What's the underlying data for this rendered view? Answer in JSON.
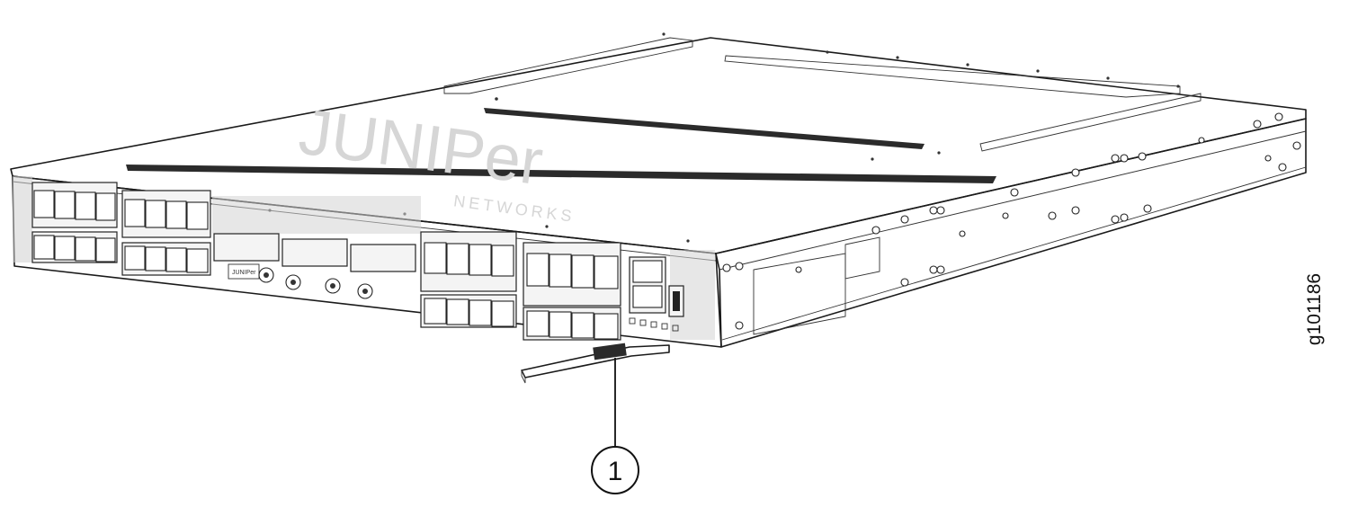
{
  "figure": {
    "callouts": [
      {
        "label": "1"
      }
    ],
    "figure_id": "g101186",
    "brand": {
      "logo_main": "JUNIPer",
      "logo_sub": "NETWORKS",
      "panel_logo": "JUNIPer"
    }
  }
}
